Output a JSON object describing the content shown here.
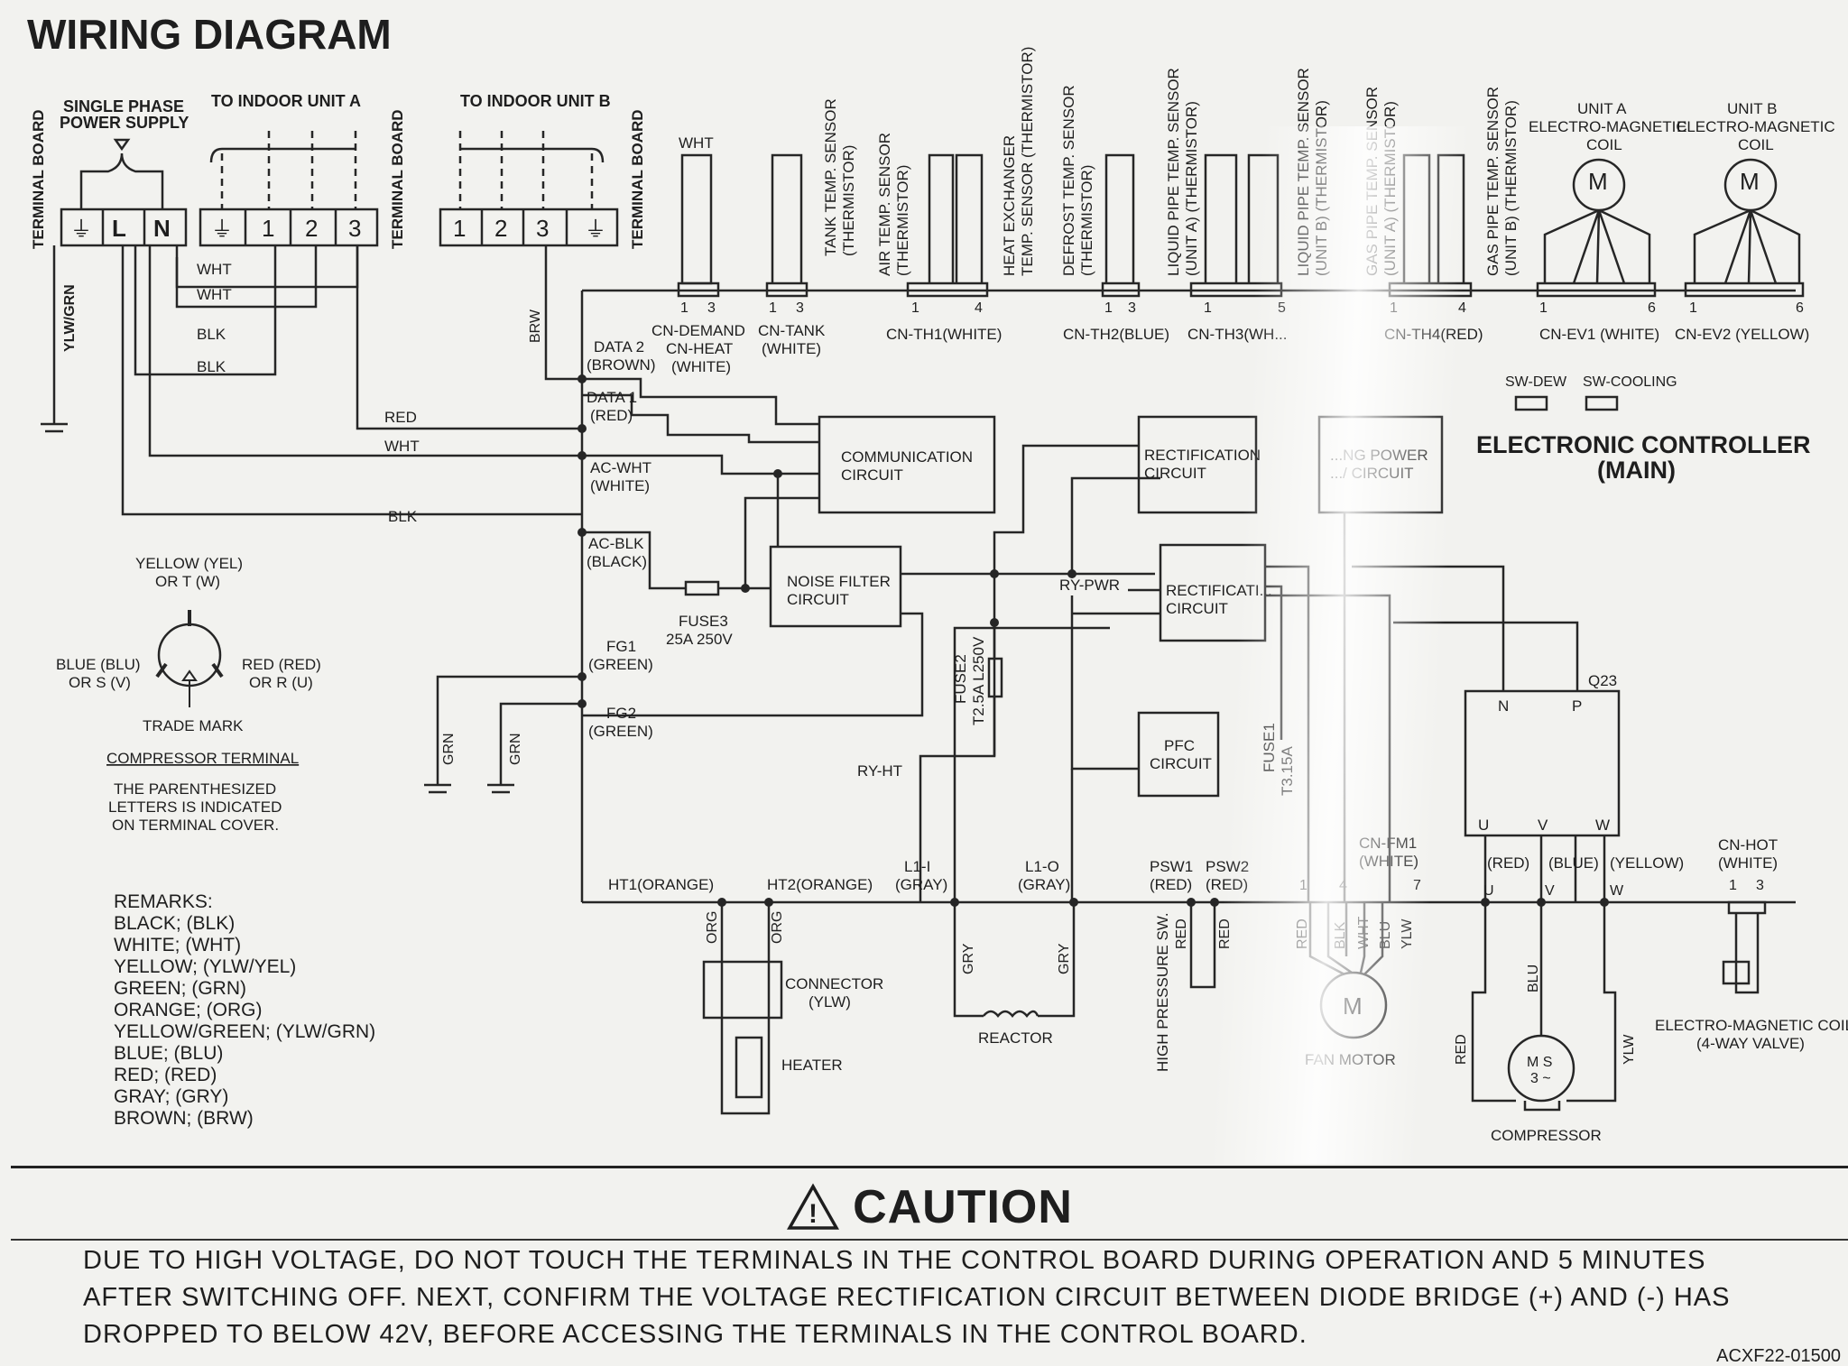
{
  "title": "WIRING  DIAGRAM",
  "left": {
    "terminal_board_left": "TERMINAL BOARD",
    "supply": [
      "SINGLE PHASE",
      "POWER SUPPLY"
    ],
    "to_a": "TO INDOOR UNIT A",
    "to_b": "TO INDOOR UNIT B",
    "terminal_board_a": "TERMINAL BOARD",
    "terminal_board_b": "TERMINAL BOARD",
    "ground_sym": "⏚",
    "supply_terms": [
      "L",
      "N"
    ],
    "unit_a_terms": [
      "1",
      "2",
      "3"
    ],
    "unit_b_terms": [
      "1",
      "2",
      "3"
    ],
    "wires": [
      "WHT",
      "WHT",
      "BLK",
      "BLK",
      "RED",
      "WHT",
      "BLK"
    ],
    "ylw_grn": "YLW/GRN",
    "brw": "BRW",
    "grn1": "GRN",
    "grn2": "GRN"
  },
  "compressor_terminal": {
    "yellow": [
      "YELLOW (YEL)",
      "OR T (W)"
    ],
    "blue": [
      "BLUE (BLU)",
      "OR S (V)"
    ],
    "red": [
      "RED (RED)",
      "OR R (U)"
    ],
    "trade": "TRADE MARK",
    "name": "COMPRESSOR TERMINAL",
    "note": [
      "THE PARENTHESIZED",
      "LETTERS IS INDICATED",
      "ON TERMINAL COVER."
    ]
  },
  "remarks": {
    "title": "REMARKS:",
    "lines": [
      "BLACK; (BLK)",
      "WHITE; (WHT)",
      "YELLOW; (YLW/YEL)",
      "GREEN; (GRN)",
      "ORANGE; (ORG)",
      "YELLOW/GREEN; (YLW/GRN)",
      "BLUE; (BLU)",
      "RED; (RED)",
      "GRAY; (GRY)",
      "BROWN; (BRW)"
    ]
  },
  "board_labels": {
    "data2": [
      "DATA 2",
      "(BROWN)"
    ],
    "data1": [
      "DATA 1",
      "(RED)"
    ],
    "acwht": [
      "AC-WHT",
      "(WHITE)"
    ],
    "acblk": [
      "AC-BLK",
      "(BLACK)"
    ],
    "fg1": [
      "FG1",
      "(GREEN)"
    ],
    "fg2": [
      "FG2",
      "(GREEN)"
    ],
    "fuse3": [
      "FUSE3",
      "25A 250V"
    ],
    "fuse2": [
      "FUSE2",
      "T2.5A L250V"
    ],
    "fuse1": [
      "FUSE1",
      "T3.15A"
    ],
    "ht1": "HT1(ORANGE)",
    "ht2": "HT2(ORANGE)",
    "l1i": [
      "L1-I",
      "(GRAY)"
    ],
    "l1o": [
      "L1-O",
      "(GRAY)"
    ],
    "psw1": [
      "PSW1",
      "(RED)"
    ],
    "psw2": [
      "PSW2",
      "(RED)"
    ],
    "cnfm1": [
      "CN-FM1",
      "(WHITE)"
    ],
    "cnhot": [
      "CN-HOT",
      "(WHITE)"
    ],
    "ry_pwr": "RY-PWR",
    "ry_ht": "RY-HT",
    "sw_dew": "SW-DEW",
    "sw_cool": "SW-COOLING",
    "q23": "Q23",
    "uvw_out": [
      "(RED)",
      "(BLUE)",
      "(YELLOW)"
    ],
    "uvw_letters": [
      "U",
      "V",
      "W"
    ],
    "np": [
      "N",
      "P"
    ]
  },
  "boxes": {
    "comm": [
      "COMMUNICATION",
      "CIRCUIT"
    ],
    "noise": [
      "NOISE FILTER",
      "CIRCUIT"
    ],
    "rect1": [
      "RECTIFICATION",
      "CIRCUIT"
    ],
    "sw_power": [
      "...NG POWER",
      ".../ CIRCUIT"
    ],
    "rect2": [
      "RECTIFICATI...",
      "CIRCUIT"
    ],
    "pfc": [
      "PFC",
      "CIRCUIT"
    ],
    "controller": [
      "ELECTRONIC CONTROLLER",
      "(MAIN)"
    ]
  },
  "connectors": {
    "cn_demand": [
      "CN-DEMAND",
      "CN-HEAT",
      "(WHITE)"
    ],
    "cn_tank": [
      "CN-TANK",
      "(WHITE)"
    ],
    "cn_th1": "CN-TH1(WHITE)",
    "cn_th2": "CN-TH2(BLUE)",
    "cn_th3": "CN-TH3(WH...",
    "cn_th4": "CN-TH4(RED)",
    "cn_ev1": "CN-EV1 (WHITE)",
    "cn_ev2": "CN-EV2 (YELLOW)",
    "wht": "WHT",
    "pins": [
      "1",
      "3",
      "1",
      "3",
      "1",
      "4",
      "1",
      "3",
      "1",
      "5",
      "1",
      "4",
      "1",
      "6",
      "1",
      "6"
    ]
  },
  "sensors": {
    "tank": [
      "TANK TEMP. SENSOR",
      "(THERMISTOR)"
    ],
    "air": [
      "AIR TEMP. SENSOR",
      "(THERMISTOR)"
    ],
    "hex": [
      "HEAT EXCHANGER",
      "TEMP. SENSOR (THERMISTOR)"
    ],
    "defrost": [
      "DEFROST TEMP. SENSOR",
      "(THERMISTOR)"
    ],
    "liq_a": [
      "LIQUID PIPE TEMP. SENSOR",
      "(UNIT A) (THERMISTOR)"
    ],
    "liq_b": [
      "LIQUID PIPE TEMP. SENSOR",
      "(UNIT B) (THERMISTOR)"
    ],
    "gas_a": [
      "GAS PIPE TEMP. SENSOR",
      "(UNIT A) (THERMISTOR)"
    ],
    "gas_b": [
      "GAS PIPE TEMP. SENSOR",
      "(UNIT B) (THERMISTOR)"
    ],
    "coil_a": [
      "UNIT A",
      "ELECTRO-MAGNETIC",
      "COIL"
    ],
    "coil_b": [
      "UNIT B",
      "ELECTRO-MAGNETIC",
      "COIL"
    ],
    "motor_m": "M"
  },
  "bottom": {
    "org": "ORG",
    "connector": [
      "CONNECTOR",
      "(YLW)"
    ],
    "heater": "HEATER",
    "gry": "GRY",
    "reactor": "REACTOR",
    "hp_sw": [
      "HIGH PRESSURE SW.",
      "RED"
    ],
    "red": "RED",
    "fm_wires": [
      "RED",
      "BLK",
      "WHT",
      "BLU",
      "YLW"
    ],
    "fan_motor": "FAN MOTOR",
    "blu": "BLU",
    "ylw": "YLW",
    "ms": [
      "M S",
      "3 ~"
    ],
    "compressor": "COMPRESSOR",
    "valve": [
      "ELECTRO-MAGNETIC COIL",
      "(4-WAY VALVE)"
    ],
    "fm_pins": [
      "1",
      "4",
      "7"
    ],
    "hot_pins": [
      "1",
      "3"
    ]
  },
  "caution": {
    "symbol": "!",
    "title": "CAUTION",
    "lines": [
      "DUE TO HIGH VOLTAGE, DO NOT TOUCH THE TERMINALS IN THE CONTROL BOARD DURING OPERATION AND 5 MINUTES",
      "AFTER SWITCHING OFF. NEXT, CONFIRM THE VOLTAGE RECTIFICATION CIRCUIT BETWEEN DIODE BRIDGE (+) AND (-) HAS",
      "DROPPED TO BELOW 42V, BEFORE ACCESSING THE TERMINALS IN THE CONTROL BOARD."
    ],
    "code": "ACXF22-01500"
  }
}
